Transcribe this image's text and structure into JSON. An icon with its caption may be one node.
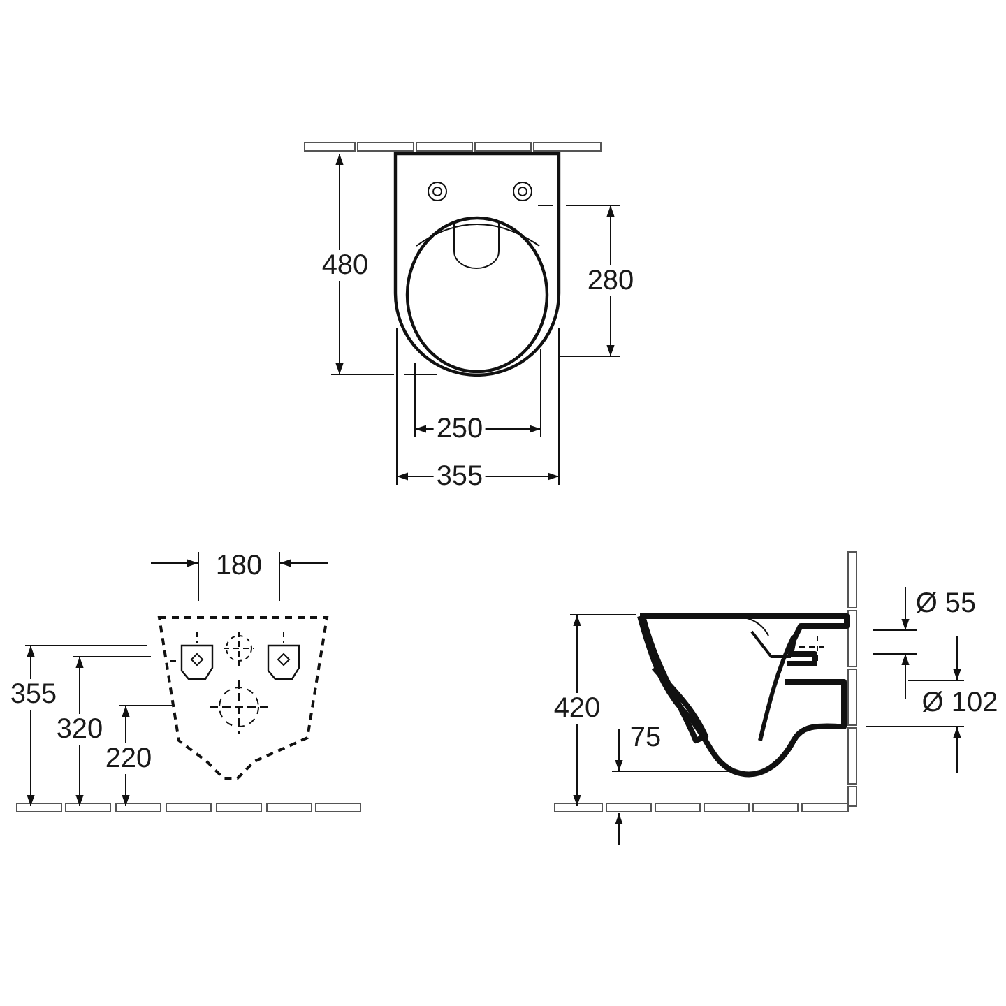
{
  "diagram": {
    "labels": [
      "480",
      "280",
      "250",
      "355",
      "180",
      "355",
      "320",
      "220",
      "420",
      "75",
      "Ø 55",
      "Ø 102"
    ]
  }
}
